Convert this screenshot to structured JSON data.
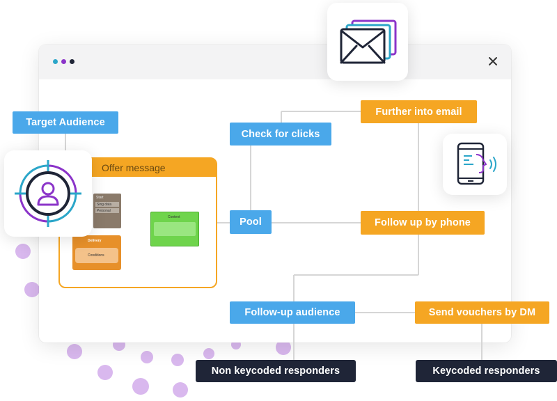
{
  "window": {
    "traffic_dots": [
      "#2ba6c9",
      "#8b34c9",
      "#1f2537"
    ],
    "close_icon": "close-icon"
  },
  "nodes": {
    "target_audience": "Target Audience",
    "offer_message": "Offer message",
    "check_for_clicks": "Check for clicks",
    "further_into_email": "Further into email",
    "pool": "Pool",
    "follow_up_by_phone": "Follow up by phone",
    "follow_up_audience": "Follow-up audience",
    "send_vouchers_by_dm": "Send vouchers by DM",
    "non_keycoded_responders": "Non keycoded responders",
    "keycoded_responders": "Keycoded responders"
  },
  "offer_cards": {
    "brown_title": "Start",
    "brown_lines": [
      "Sing data",
      "Personal"
    ],
    "orange_title": "Delivery",
    "orange_body": "Conditions",
    "green_title": "Content"
  },
  "colors": {
    "blue": "#4aa8ea",
    "orange": "#f5a623",
    "dark": "#1f2537",
    "purple": "#8b34c9",
    "teal": "#2ba6c9",
    "dot": "#d9b8ee"
  },
  "icons": [
    "envelope-stack-icon",
    "target-user-icon",
    "phone-voice-icon"
  ]
}
